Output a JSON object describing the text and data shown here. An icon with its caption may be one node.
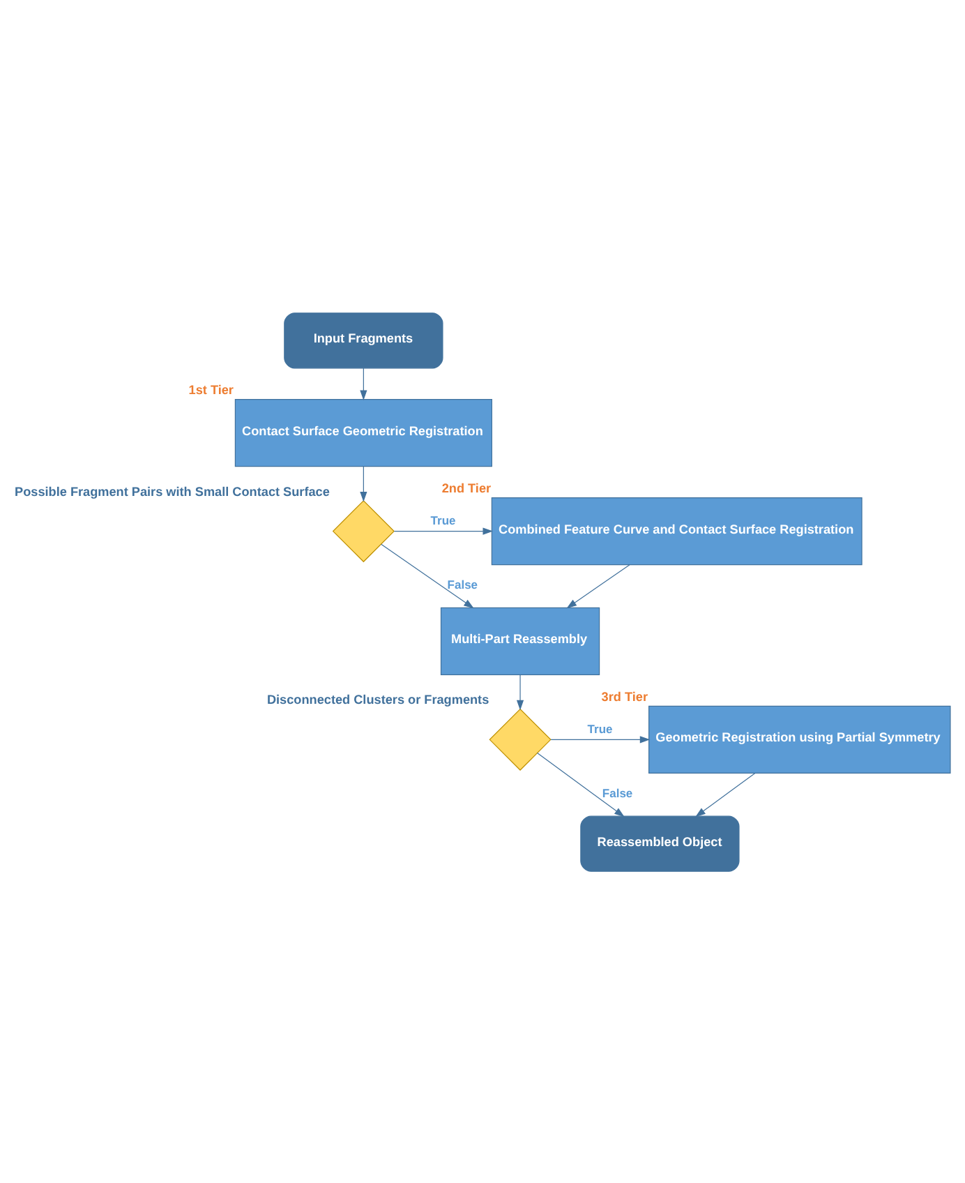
{
  "diagram": {
    "nodes": [
      {
        "text": [
          "Input Fragments"
        ]
      },
      {
        "text": [
          "Contact Surface Geometric Registration"
        ],
        "beside": [
          "1st Tier"
        ]
      },
      {
        "text": [
          "Possible Fragment Pairs with Small Contact Surface"
        ]
      },
      {
        "text": [
          "Combined Feature Curve and Contact Surface Registration"
        ],
        "beside": [
          "2nd Tier"
        ]
      },
      {
        "text": [
          "Multi-Part Reassembly"
        ]
      },
      {
        "text": [
          "Disconnected Clusters or Fragments"
        ]
      },
      {
        "text": [
          "Geometric Registration using Partial Symmetry"
        ],
        "beside": [
          "3rd Tier"
        ]
      },
      {
        "text": [
          "Reassembled Object"
        ]
      }
    ],
    "edges": [
      {
        "from": 0,
        "to": 1,
        "arrow": "to"
      },
      {
        "from": 1,
        "to": 2,
        "arrow": "to"
      },
      {
        "from": 2,
        "to": 3,
        "arrow": "to",
        "label": "True"
      },
      {
        "from": 2,
        "to": 4,
        "arrow": "to",
        "label": "False"
      },
      {
        "from": 3,
        "to": 4,
        "arrow": "to"
      },
      {
        "from": 4,
        "to": 5,
        "arrow": "to"
      },
      {
        "from": 5,
        "to": 6,
        "arrow": "to",
        "label": "True"
      },
      {
        "from": 5,
        "to": 7,
        "arrow": "to",
        "label": "False"
      },
      {
        "from": 6,
        "to": 7,
        "arrow": "to"
      }
    ]
  }
}
